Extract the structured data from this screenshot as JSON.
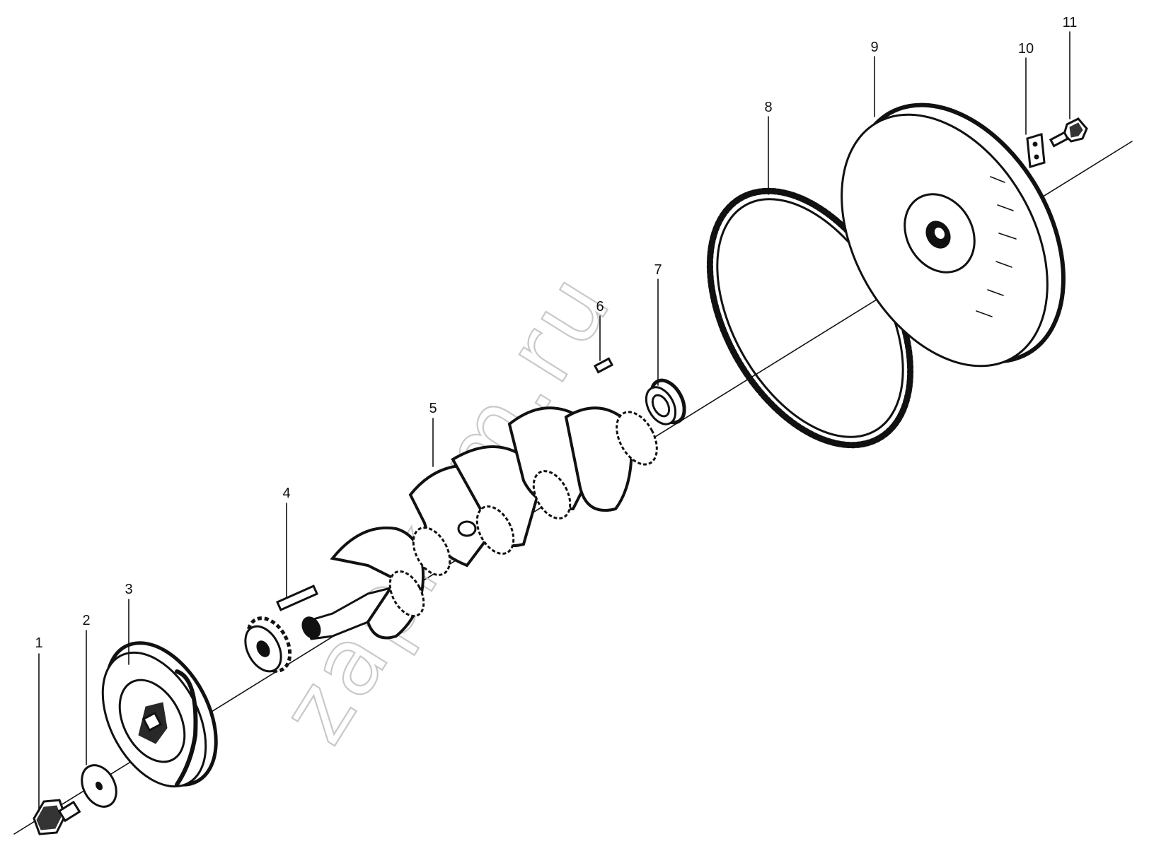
{
  "watermark": "zapkam.ru",
  "callouts": [
    {
      "id": "1",
      "label": "1"
    },
    {
      "id": "2",
      "label": "2"
    },
    {
      "id": "3",
      "label": "3"
    },
    {
      "id": "4",
      "label": "4"
    },
    {
      "id": "5",
      "label": "5"
    },
    {
      "id": "6",
      "label": "6"
    },
    {
      "id": "7",
      "label": "7"
    },
    {
      "id": "8",
      "label": "8"
    },
    {
      "id": "9",
      "label": "9"
    },
    {
      "id": "10",
      "label": "10"
    },
    {
      "id": "11",
      "label": "11"
    }
  ]
}
